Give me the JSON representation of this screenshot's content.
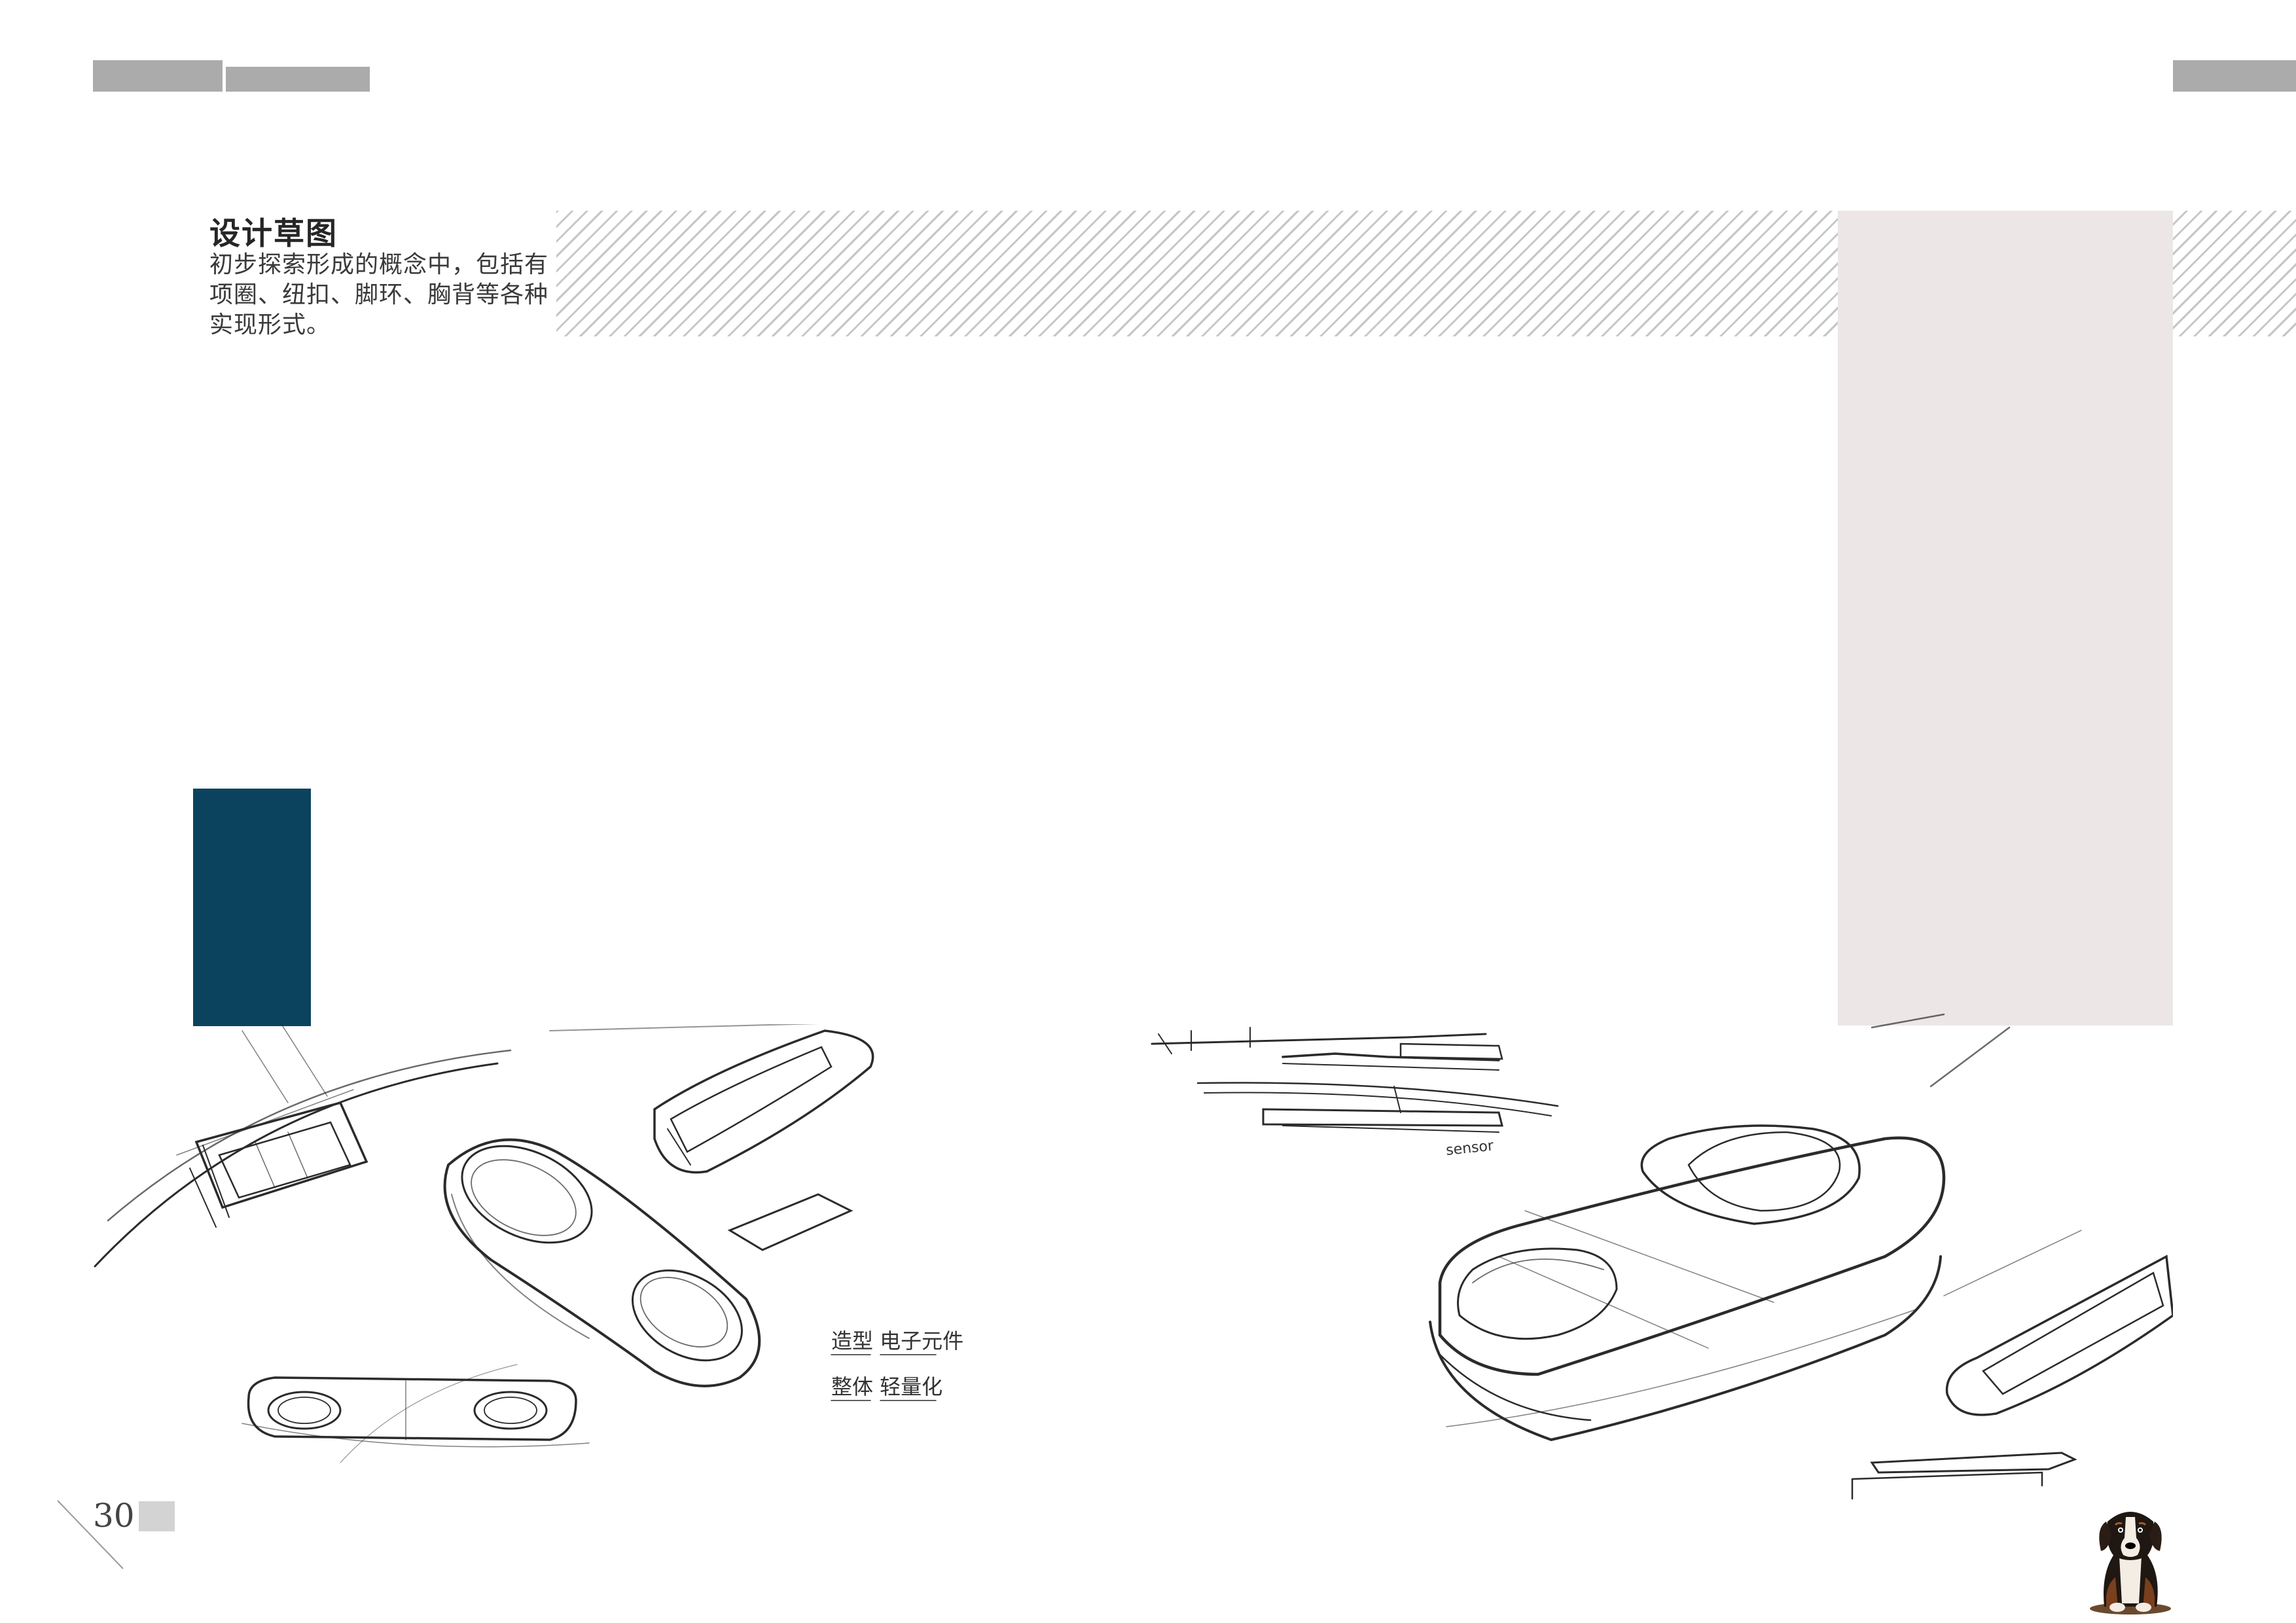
{
  "section": {
    "title": "设计草图",
    "description": "初步探索形成的概念中，包括有项圈、纽扣、脚环、胸背等各种实现形式。"
  },
  "sketch_left": {
    "annotation_line_1": "造型 电子元件",
    "annotation_line_2": "整体 轻量化"
  },
  "sketch_right": {
    "annotation": "sensor"
  },
  "footer": {
    "page_number": "30",
    "mascot_icon": "dog-mascot-icon"
  },
  "colors": {
    "navy": "#0b435e",
    "pink_panel": "#ede6e6",
    "header_grey": "#ababab"
  }
}
